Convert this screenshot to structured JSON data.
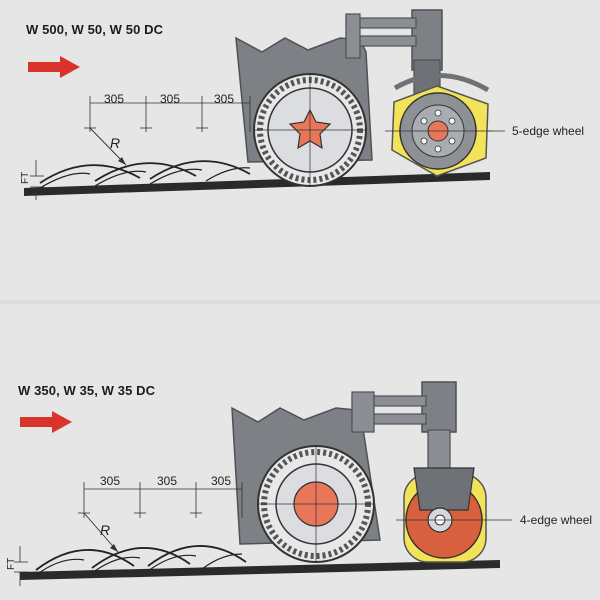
{
  "panels": [
    {
      "title": "W 500, W 50, W 50 DC",
      "spacing_labels": [
        "305",
        "305",
        "305"
      ],
      "radius_label": "R",
      "depth_label": "FT",
      "wheel_label": "5-edge wheel"
    },
    {
      "title": "W 350, W 35, W 35 DC",
      "spacing_labels": [
        "305",
        "305",
        "305"
      ],
      "radius_label": "R",
      "depth_label": "FT",
      "wheel_label": "4-edge wheel"
    }
  ],
  "colors": {
    "arrow": "#d9342b",
    "hub_orange": "#e8775a",
    "wheel_yellow": "#f3e35a",
    "body_gray": "#7f8287",
    "ground": "#2a2a2a"
  }
}
